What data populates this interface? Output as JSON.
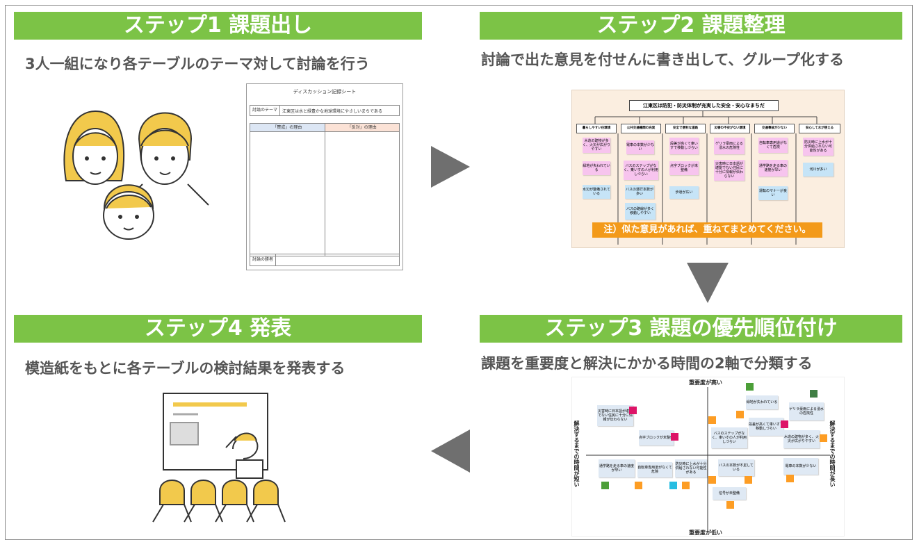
{
  "steps": {
    "s1": {
      "title": "ステップ1  課題出し",
      "subtitle": "3人一組になり各テーブルのテーマ対して討論を行う"
    },
    "s2": {
      "title": "ステップ2  課題整理",
      "subtitle": "討論で出た意見を付せんに書き出して、グループ化する"
    },
    "s3": {
      "title": "ステップ3  課題の優先順位付け",
      "subtitle": "課題を重要度と解決にかかる時間の2軸で分類する"
    },
    "s4": {
      "title": "ステップ4  発表",
      "subtitle": "模造紙をもとに各テーブルの検討結果を発表する"
    }
  },
  "sheet": {
    "title": "ディスカッション記録シート",
    "theme_label": "討論のテーマ",
    "theme_value": "江東区は水と緑豊かな地球環境にやさしいまちである",
    "pro_label": "「賛成」の理由",
    "con_label": "「反対」の理由",
    "winner_label": "討論の勝者"
  },
  "board": {
    "title": "江東区は防犯・防災体制が充実した安全・安心なまちだ",
    "columns": [
      "暮らしやすい住環境",
      "公共交通機関の充実",
      "安全で便利な道路",
      "災害の不安がない環境",
      "交通事故が少ない",
      "安心して水が使える"
    ],
    "notes": {
      "c1n1": "木造の建物が多く、火災が広がりやすい",
      "c1n2": "緑地が失われている",
      "c1n3": "水辺が整備されている",
      "c2n1": "電車の本数が少ない",
      "c2n2": "バスのステップがなく、乗いすの人が利用しづらい",
      "c2n3": "バスの運行本数が多い",
      "c2n4": "バスの路線が多く移動しやすい",
      "c3n1": "段差が高くて車いすで移動しづらい",
      "c3n2": "点字ブロックが未整備",
      "c3n3": "歩道が広い",
      "c4n1": "ゲリラ豪雨による浸水の危険性",
      "c4n2": "災害時に日本語が堪能でない住民に十分に情報が伝わらない",
      "c5n1": "自転車専用道がなくて危険",
      "c5n2": "通学路を走る車の速度が早い",
      "c5n3": "運転のマナーが良い",
      "c6n1": "防災時に上水が十分供給されない可能性がある",
      "c6n2": "河川が多い"
    },
    "band": "注）似た意見があれば、重ねてまとめてください。"
  },
  "matrix": {
    "top": "重要度が高い",
    "bottom": "重要度が低い",
    "left": "解決するまでの時間が短い",
    "right": "解決するまでの時間が長い",
    "notes": {
      "m1": "災害時に日本語が堪能でない住民に十分に情報が伝わらない",
      "m2": "点字ブロックが未整備",
      "m3": "緑地が失われている",
      "m4": "ゲリラ豪雨による浸水の危険性",
      "m5": "段差が高くて車いすで移動しづらい",
      "m6": "バスのステップがなく、車いすの人が利用しづらい",
      "m7": "木造の建物が多く、火災が広がりやすい",
      "m8": "通学路を走る車の速度が早い",
      "m9": "自転車専用道がなくて危険",
      "m10": "防災時に上水が十分供給されない可能性がある",
      "m11": "バスの本数が不足している",
      "m12": "電車の本数が少ない",
      "m13": "信号が未整備"
    }
  },
  "colors": {
    "banner": "#7cc346",
    "arrow": "#6f6f6f",
    "band": "#f39a1a",
    "illustration": "#f2c94c"
  }
}
